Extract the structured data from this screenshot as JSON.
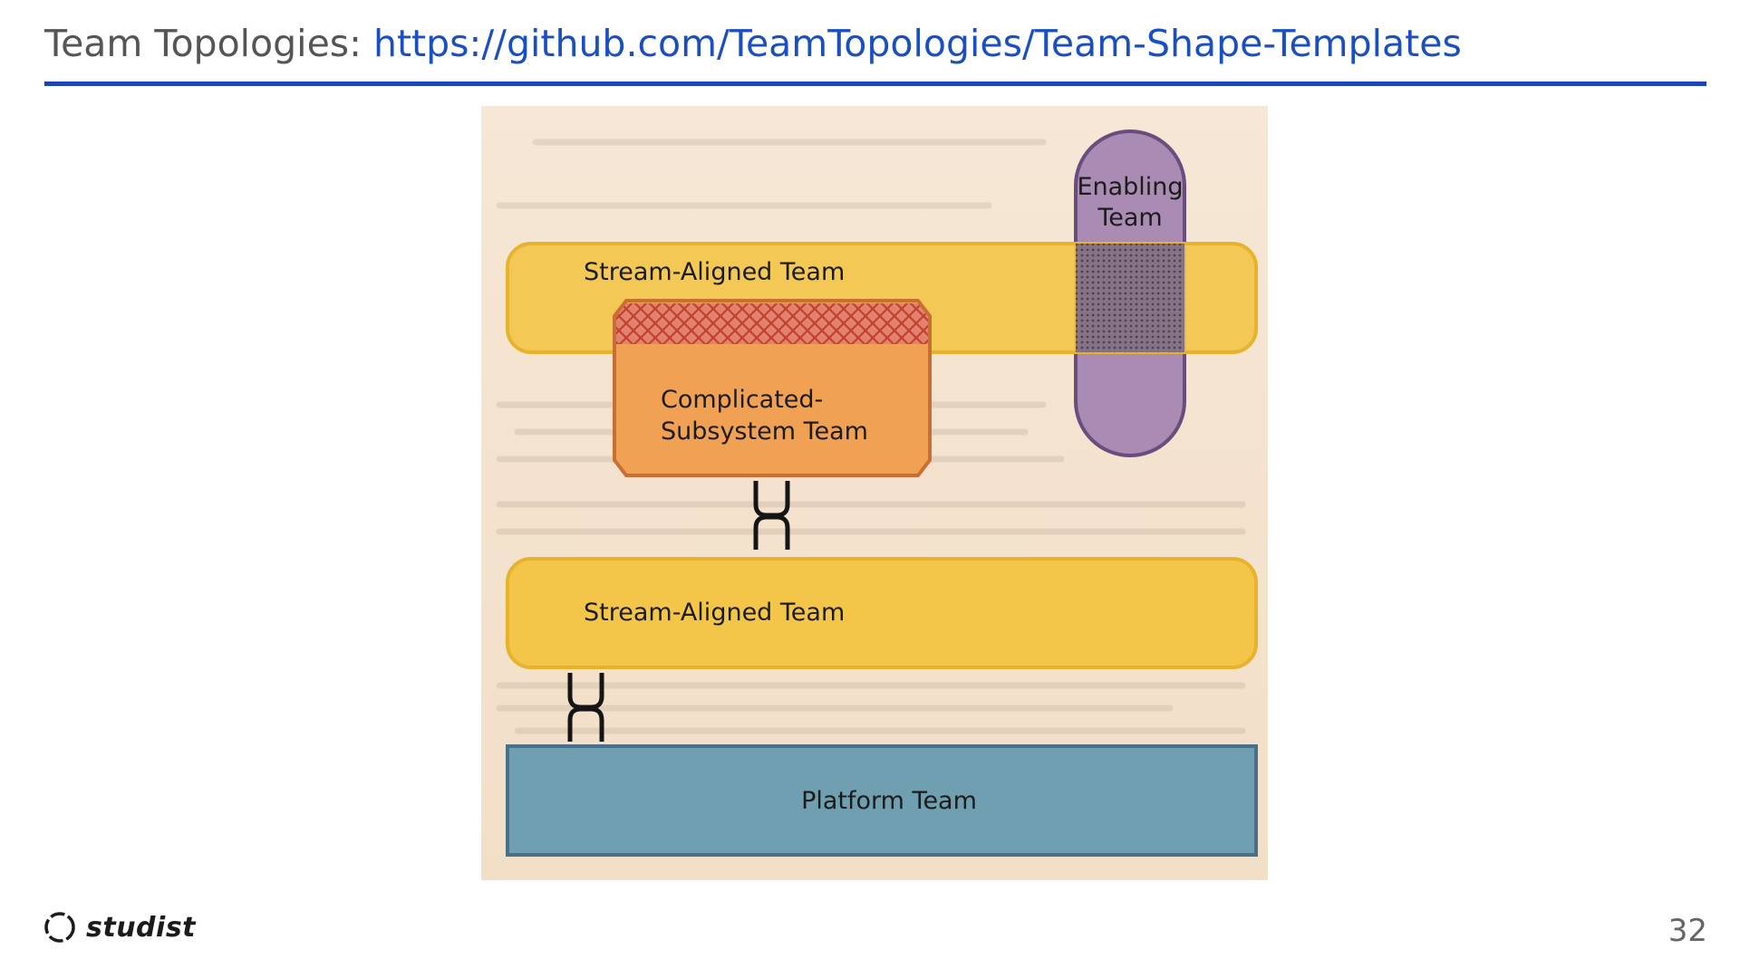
{
  "header": {
    "title_prefix": "Team Topologies: ",
    "title_link": "https://github.com/TeamTopologies/Team-Shape-Templates"
  },
  "diagram": {
    "teams": {
      "enabling_line1": "Enabling",
      "enabling_line2": "Team",
      "stream_aligned_top": "Stream-Aligned Team",
      "complicated_line1": "Complicated-",
      "complicated_line2": "Subsystem Team",
      "stream_aligned_bottom": "Stream-Aligned Team",
      "platform": "Platform Team"
    },
    "colors": {
      "stream_aligned": "#f3c64a",
      "complicated_subsystem": "#f0a153",
      "enabling": "#a98bb3",
      "platform": "#6f9fb0",
      "accent_rule": "#1a44b8"
    }
  },
  "footer": {
    "logo_text": "studist",
    "page_number": "32"
  }
}
